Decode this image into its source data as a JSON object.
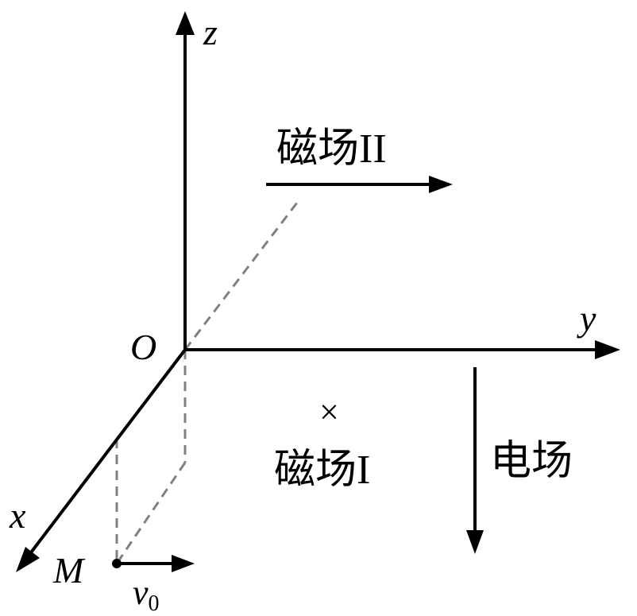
{
  "axes": {
    "origin_label": "O",
    "x_label": "x",
    "y_label": "y",
    "z_label": "z"
  },
  "point": {
    "label": "M",
    "velocity_symbol": "v",
    "velocity_subscript": "0"
  },
  "fields": {
    "magnetic_field_2": "磁场II",
    "magnetic_field_1": "磁场I",
    "magnetic_field_1_symbol": "×",
    "electric_field": "电场"
  },
  "colors": {
    "ink": "#000000",
    "dashed": "#808080",
    "background": "#ffffff"
  }
}
